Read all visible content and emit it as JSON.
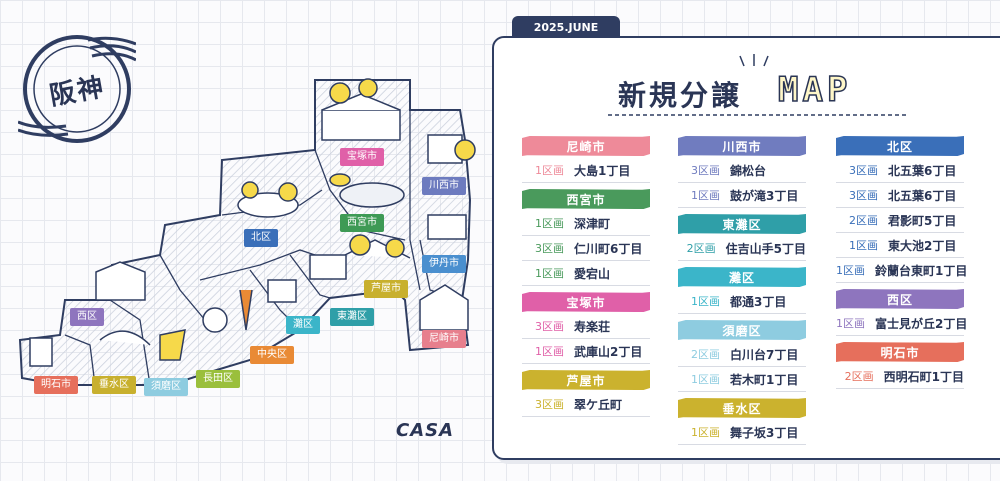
{
  "stamp": {
    "text": "阪神"
  },
  "map_labels": [
    {
      "id": "takarazuka",
      "text": "宝塚市",
      "color": "#e060a8"
    },
    {
      "id": "kawanishi",
      "text": "川西市",
      "color": "#6d7bbf"
    },
    {
      "id": "nishinomiya",
      "text": "西宮市",
      "color": "#3e9a55"
    },
    {
      "id": "itami",
      "text": "伊丹市",
      "color": "#4a8fcf"
    },
    {
      "id": "kita",
      "text": "北区",
      "color": "#3a6fb9"
    },
    {
      "id": "ashiya",
      "text": "芦屋市",
      "color": "#c8b02e"
    },
    {
      "id": "higashinada",
      "text": "東灘区",
      "color": "#2f9fa8"
    },
    {
      "id": "nada",
      "text": "灘区",
      "color": "#3bb5c9"
    },
    {
      "id": "amagasaki",
      "text": "尼崎市",
      "color": "#e77f8d"
    },
    {
      "id": "chuo",
      "text": "中央区",
      "color": "#e98a35"
    },
    {
      "id": "nagata",
      "text": "長田区",
      "color": "#9abf3c"
    },
    {
      "id": "suma",
      "text": "須磨区",
      "color": "#8ecce0"
    },
    {
      "id": "tarumi",
      "text": "垂水区",
      "color": "#c8b02e"
    },
    {
      "id": "nishi",
      "text": "西区",
      "color": "#8e75be"
    },
    {
      "id": "akashi",
      "text": "明石市",
      "color": "#e66f5c"
    }
  ],
  "brand": {
    "logo_text": "CASA"
  },
  "header": {
    "date": "2025.JUNE",
    "title_jp": "新規分譲",
    "title_en": "MAP"
  },
  "columns": [
    [
      {
        "name": "尼崎市",
        "color": "#ee8a99",
        "items": [
          {
            "count": "1区画",
            "town": "大島1丁目"
          }
        ]
      },
      {
        "name": "西宮市",
        "color": "#4a9a5c",
        "items": [
          {
            "count": "1区画",
            "town": "深津町"
          },
          {
            "count": "3区画",
            "town": "仁川町6丁目"
          },
          {
            "count": "1区画",
            "town": "愛宕山"
          }
        ]
      },
      {
        "name": "宝塚市",
        "color": "#e060a8",
        "items": [
          {
            "count": "3区画",
            "town": "寿楽荘"
          },
          {
            "count": "1区画",
            "town": "武庫山2丁目"
          }
        ]
      },
      {
        "name": "芦屋市",
        "color": "#cbb22e",
        "items": [
          {
            "count": "3区画",
            "town": "翠ケ丘町"
          }
        ]
      }
    ],
    [
      {
        "name": "川西市",
        "color": "#707cbf",
        "items": [
          {
            "count": "3区画",
            "town": "錦松台"
          },
          {
            "count": "1区画",
            "town": "鼓が滝3丁目"
          }
        ]
      },
      {
        "name": "東灘区",
        "color": "#2f9fa8",
        "items": [
          {
            "count": "2区画",
            "town": "住吉山手5丁目"
          }
        ]
      },
      {
        "name": "灘区",
        "color": "#3bb5c9",
        "items": [
          {
            "count": "1区画",
            "town": "都通3丁目"
          }
        ]
      },
      {
        "name": "須磨区",
        "color": "#8ecce0",
        "items": [
          {
            "count": "2区画",
            "town": "白川台7丁目"
          },
          {
            "count": "1区画",
            "town": "若木町1丁目"
          }
        ]
      },
      {
        "name": "垂水区",
        "color": "#cbb22e",
        "items": [
          {
            "count": "1区画",
            "town": "舞子坂3丁目"
          }
        ]
      }
    ],
    [
      {
        "name": "北区",
        "color": "#3a6fb9",
        "items": [
          {
            "count": "3区画",
            "town": "北五葉6丁目"
          },
          {
            "count": "3区画",
            "town": "北五葉6丁目"
          },
          {
            "count": "2区画",
            "town": "君影町5丁目"
          },
          {
            "count": "1区画",
            "town": "東大池2丁目"
          },
          {
            "count": "1区画",
            "town": "鈴蘭台東町1丁目"
          }
        ]
      },
      {
        "name": "西区",
        "color": "#8e75be",
        "items": [
          {
            "count": "1区画",
            "town": "富士見が丘2丁目"
          }
        ]
      },
      {
        "name": "明石市",
        "color": "#e66f5c",
        "items": [
          {
            "count": "2区画",
            "town": "西明石町1丁目"
          }
        ]
      }
    ]
  ]
}
